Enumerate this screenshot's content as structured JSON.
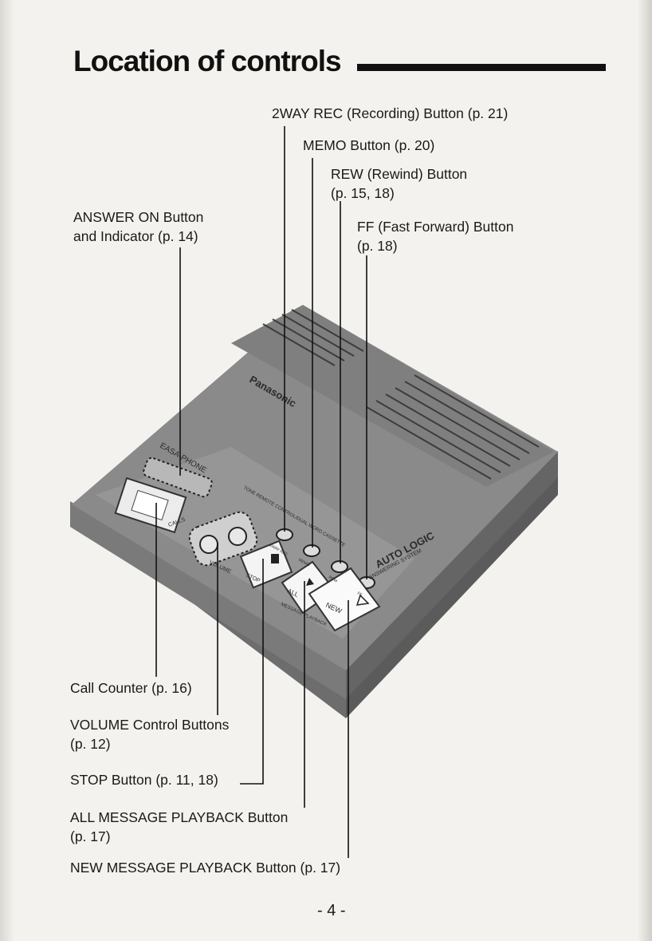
{
  "page": {
    "title": "Location of controls",
    "page_number": "- 4 -"
  },
  "device": {
    "brand": "Panasonic",
    "model_label": "EASA-PHONE",
    "system_label": "AUTO LOGIC",
    "system_sub": "ANSWERING SYSTEM",
    "remote_text": "TONE REMOTE CONTROL/DUAL WORD CASSETTE",
    "calls_label": "CALLS",
    "volume_label": "VOLUME",
    "stop_label": "STOP",
    "all_label": "ALL",
    "new_label": "NEW",
    "playback_label": "MESSAGE PLAYBACK",
    "button_labels": {
      "twoway": "2WAY REC",
      "memo": "MEMO",
      "rew": "REW",
      "ff": "FF"
    }
  },
  "callouts": {
    "twoway_rec": {
      "line1": "2WAY REC (Recording) Button (p. 21)"
    },
    "memo": {
      "line1": "MEMO Button (p. 20)"
    },
    "rew": {
      "line1": "REW (Rewind) Button",
      "line2": "(p. 15, 18)"
    },
    "answer_on": {
      "line1": "ANSWER ON Button",
      "line2": "and Indicator (p. 14)"
    },
    "ff": {
      "line1": "FF (Fast Forward) Button",
      "line2": "(p. 18)"
    },
    "call_counter": {
      "line1": "Call Counter (p. 16)"
    },
    "volume": {
      "line1": "VOLUME Control Buttons",
      "line2": "(p. 12)"
    },
    "stop": {
      "line1": "STOP Button (p. 11, 18)"
    },
    "all_playback": {
      "line1": "ALL MESSAGE PLAYBACK Button",
      "line2": "(p. 17)"
    },
    "new_playback": {
      "line1": "NEW MESSAGE PLAYBACK Button (p. 17)"
    }
  }
}
